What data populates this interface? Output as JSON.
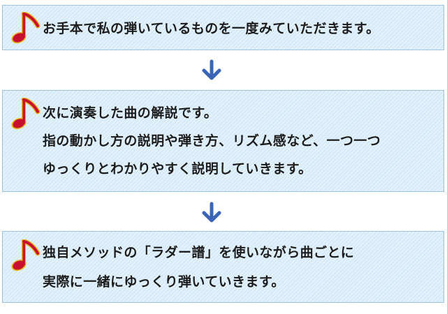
{
  "steps": [
    {
      "lines": [
        "お手本で私の弾いているものを一度みていただきます。"
      ]
    },
    {
      "lines": [
        "次に演奏した曲の解説です。",
        "指の動かし方の説明や弾き方、リズム感など、一つ一つ",
        "ゆっくりとわかりやすく説明していきます。"
      ]
    },
    {
      "lines": [
        "独自メソッドの「ラダー譜」を使いながら曲ごとに",
        "実際に一緒にゆっくり弾いていきます。"
      ]
    }
  ],
  "icons": {
    "step_icon": "music-note-icon",
    "connector_icon": "arrow-down-icon"
  },
  "colors": {
    "box_fill": "#d8ebf8",
    "box_border": "#9fc3de",
    "arrow": "#3a64b6",
    "note_red": "#c8102e",
    "note_gold": "#e6b422"
  }
}
